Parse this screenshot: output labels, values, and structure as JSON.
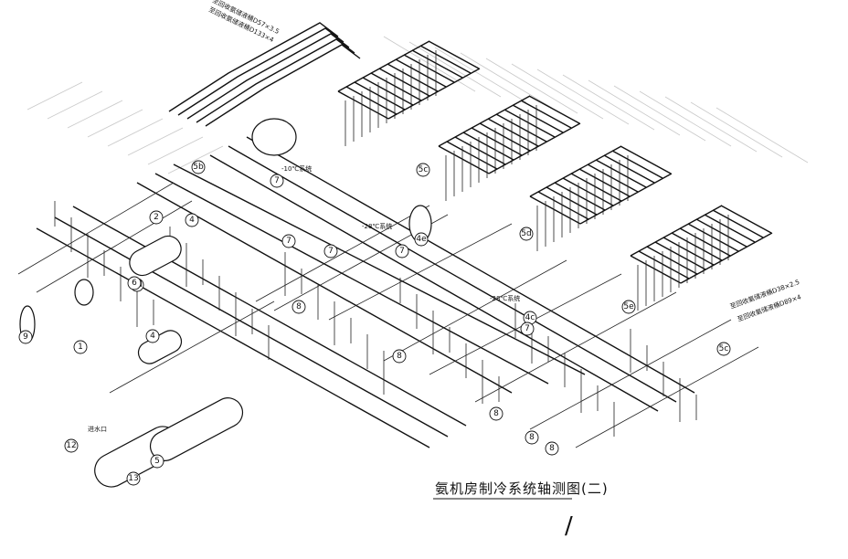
{
  "drawing": {
    "title": "氨机房制冷系统轴测图(二)",
    "sheet_mark": "/"
  },
  "labels": {
    "inlet": "进水口",
    "temp_minus10": "-10℃系统",
    "temp_minus28_a": "-28℃系统",
    "temp_minus28_b": "-28℃系统",
    "right_note_1": "至回收氨储液桶D38×2.5",
    "right_note_2": "至回收氨储液桶D89×4",
    "top_note_1": "至回收氨储液桶D57×3.5",
    "top_note_2": "至回收氨储液桶D133×4"
  },
  "tags": [
    "5b",
    "5c",
    "5d",
    "5e",
    "5c",
    "4e",
    "4c",
    "7",
    "7",
    "7",
    "7",
    "7",
    "4",
    "4d",
    "6",
    "9",
    "2",
    "4",
    "1",
    "12",
    "13",
    "5",
    "8",
    "8",
    "8",
    "8",
    "8"
  ]
}
